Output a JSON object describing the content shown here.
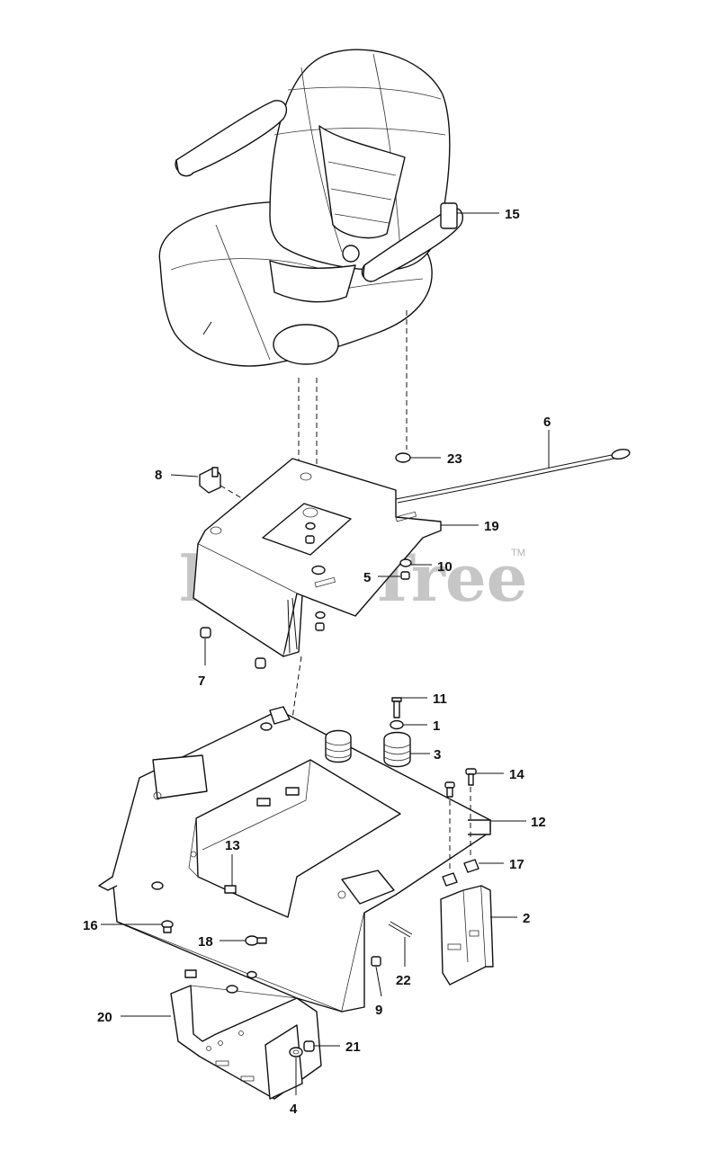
{
  "watermark": {
    "text": "PartsTree",
    "trademark": "TM"
  },
  "callouts": [
    {
      "id": "15",
      "label": "15"
    },
    {
      "id": "6",
      "label": "6"
    },
    {
      "id": "23",
      "label": "23"
    },
    {
      "id": "8",
      "label": "8"
    },
    {
      "id": "19",
      "label": "19"
    },
    {
      "id": "10",
      "label": "10"
    },
    {
      "id": "5",
      "label": "5"
    },
    {
      "id": "7",
      "label": "7"
    },
    {
      "id": "12",
      "label": "12"
    },
    {
      "id": "13",
      "label": "13"
    },
    {
      "id": "3",
      "label": "3"
    },
    {
      "id": "11",
      "label": "11"
    },
    {
      "id": "1",
      "label": "1"
    },
    {
      "id": "14",
      "label": "14"
    },
    {
      "id": "17",
      "label": "17"
    },
    {
      "id": "2",
      "label": "2"
    },
    {
      "id": "16",
      "label": "16"
    },
    {
      "id": "18",
      "label": "18"
    },
    {
      "id": "22",
      "label": "22"
    },
    {
      "id": "9",
      "label": "9"
    },
    {
      "id": "20",
      "label": "20"
    },
    {
      "id": "21",
      "label": "21"
    },
    {
      "id": "4",
      "label": "4"
    }
  ]
}
